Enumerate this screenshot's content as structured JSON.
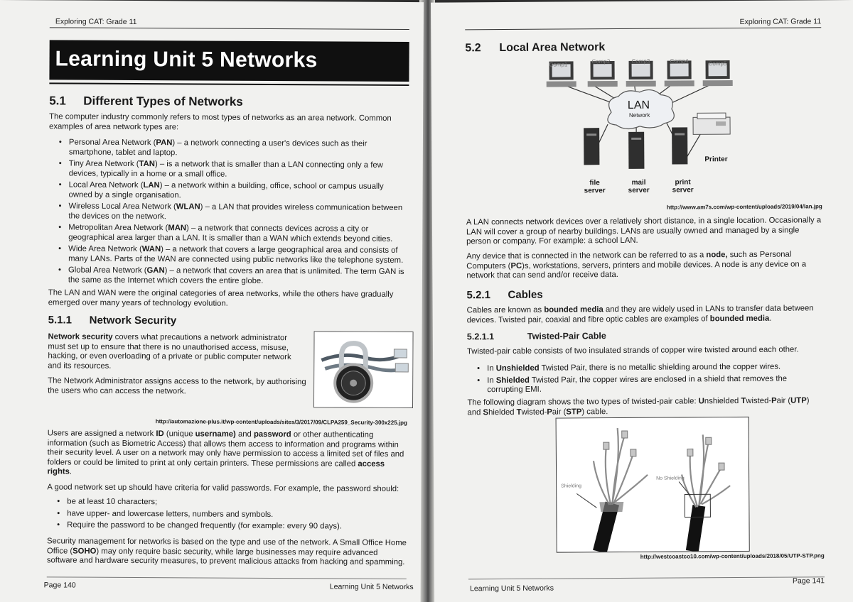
{
  "left": {
    "header": "Exploring CAT: Grade 11",
    "banner": "Learning Unit 5 Networks",
    "s51": {
      "num": "5.1",
      "title": "Different Types of Networks"
    },
    "s51_intro": "The computer industry commonly refers to most types of networks as an area network. Common examples of area network types are:",
    "network_types": [
      "Personal Area Network (PAN) – a network connecting a user's devices such as their smartphone, tablet and laptop.",
      "Tiny Area Network (TAN) – is a network that is smaller than a LAN connecting only a few devices, typically in a home or a small office.",
      "Local Area Network (LAN) – a network within a building, office, school or campus usually owned by a single organisation.",
      "Wireless Local Area Network (WLAN) – a LAN that provides wireless communication between the devices on the network.",
      "Metropolitan Area Network (MAN) – a network that connects devices across a city or geographical area larger than a LAN. It is smaller than a WAN which extends beyond cities.",
      "Wide Area Network (WAN) – a network that covers a large geographical area and consists of many LANs. Parts of the WAN are connected using public networks like the telephone system.",
      "Global Area Network (GAN) – a network that covers an area that is unlimited. The term GAN is the same as the Internet which covers the entire globe."
    ],
    "s51_outro": "The LAN and WAN were the original categories of area networks, while the others have gradually emerged over many years of technology evolution.",
    "s511": {
      "num": "5.1.1",
      "title": "Network Security"
    },
    "security_p1_bold": "Network security",
    "security_p1_rest": " covers what precautions a network administrator must set up to ensure that there is no unauthorised access, misuse, hacking, or even overloading of a private or public computer network and its resources.",
    "security_p2": "The Network Administrator assigns access to the network, by authorising the users who can access the network.",
    "security_url": "http://automazione-plus.it/wp-content/uploads/sites/3/2017/09/CLPA259_Security-300x225.jpg",
    "users_p": {
      "a": "Users are assigned a network ",
      "b": "ID",
      "c": " (unique ",
      "d": "username)",
      "e": " and ",
      "f": "password",
      "g": " or other authenticating information (such as Biometric Access) that allows them access to information and programs within their security level. A user on a network may only have permission to access a limited set of files and folders or could be limited to print at only certain printers. These permissions are called ",
      "h": "access rights",
      "i": "."
    },
    "password_intro": "A good network set up should have criteria for valid passwords. For example, the password should:",
    "password_rules": [
      "be at least 10 characters;",
      "have upper- and lowercase letters, numbers and symbols.",
      "Require the password to be changed frequently (for example: every 90 days)."
    ],
    "security_mgmt": {
      "a": "Security management for networks is based on the type and use of the network. A Small Office Home Office (",
      "b": "SOHO",
      "c": ") may only require basic security, while large businesses may require advanced software and hardware security measures, to prevent malicious attacks from hacking and spamming."
    },
    "footer_page": "Page 140",
    "footer_unit": "Learning Unit 5 Networks"
  },
  "right": {
    "header": "Exploring CAT: Grade 11",
    "s52": {
      "num": "5.2",
      "title": "Local Area Network"
    },
    "lan_diagram": {
      "computers": [
        "Comp1",
        "Comp2",
        "Comp3",
        "Comp4",
        "Comp5"
      ],
      "cloud_title": "LAN",
      "cloud_sub": "Network",
      "servers": [
        "file server",
        "mail server",
        "print server"
      ],
      "printer": "Printer"
    },
    "lan_url": "http://www.am7s.com/wp-content/uploads/2019/04/lan.jpg",
    "lan_p1": "A LAN connects network devices over a relatively short distance, in a single location. Occasionally a LAN will cover a group of nearby buildings. LANs are usually owned and managed by a single person or company. For example: a school LAN.",
    "lan_p2": {
      "a": "Any device that is connected in the network can be referred to as a ",
      "b": "node,",
      "c": " such as Personal Computers (",
      "d": "PC",
      "e": ")s, workstations, servers, printers and mobile devices. A node is any device on a network that can send and/or receive data."
    },
    "s521": {
      "num": "5.2.1",
      "title": "Cables"
    },
    "cables_p": {
      "a": "Cables are known as ",
      "b": "bounded media",
      "c": " and they are widely used in LANs to transfer data between devices. Twisted pair, coaxial and fibre optic cables are examples of ",
      "d": "bounded media",
      "e": "."
    },
    "s5211": {
      "num": "5.2.1.1",
      "title": "Twisted-Pair Cable"
    },
    "tp_intro": "Twisted-pair cable consists of two insulated strands of copper wire twisted around each other.",
    "tp_bullets": [
      {
        "a": "In ",
        "b": "Unshielded",
        "c": " Twisted Pair, there is no metallic shielding around the copper wires."
      },
      {
        "a": "In ",
        "b": "Shielded",
        "c": " Twisted Pair, the copper wires are enclosed in a shield that removes the corrupting EMI."
      }
    ],
    "tp_diagram_intro": {
      "a": "The following diagram shows the two types of twisted-pair cable: ",
      "b": "U",
      "c": "nshielded ",
      "d": "T",
      "e": "wisted-",
      "f": "P",
      "g": "air (",
      "h": "UTP",
      "i": ") and ",
      "j": "S",
      "k": "hielded ",
      "l": "T",
      "m": "wisted-",
      "n": "P",
      "o": "air (",
      "p": "STP",
      "q": ") cable."
    },
    "cable_labels": {
      "shielding": "Shielding",
      "no_shielding": "No Shielding"
    },
    "cable_url": "http://westcoastco10.com/wp-content/uploads/2018/05/UTP-STP.png",
    "footer_unit": "Learning Unit 5 Networks",
    "footer_page": "Page 141"
  }
}
